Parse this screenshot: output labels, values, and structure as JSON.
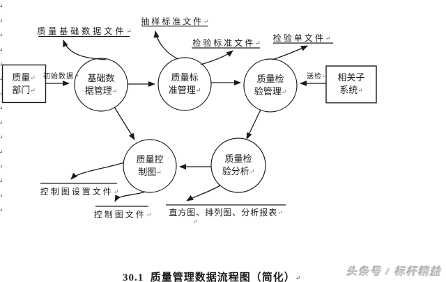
{
  "diagram": {
    "external_entities": [
      {
        "name": "quality-department",
        "lines": [
          "质量",
          "部门"
        ]
      },
      {
        "name": "related-subsystems",
        "lines": [
          "相关子",
          "系统"
        ]
      }
    ],
    "processes": [
      {
        "name": "basic-data-management",
        "lines": [
          "基础数",
          "据管理"
        ]
      },
      {
        "name": "quality-standard-management",
        "lines": [
          "质量标",
          "准管理"
        ]
      },
      {
        "name": "quality-inspection-management",
        "lines": [
          "质量检",
          "验管理"
        ]
      },
      {
        "name": "quality-control-chart",
        "lines": [
          "质量控",
          "制图"
        ]
      },
      {
        "name": "quality-inspection-analysis",
        "lines": [
          "质量检",
          "验分析"
        ]
      }
    ],
    "data_stores": [
      {
        "name": "quality-basic-data-file",
        "label": "质量基础数据文件"
      },
      {
        "name": "sampling-standard-file",
        "label": "抽样标准文件"
      },
      {
        "name": "inspection-standard-file",
        "label": "检验标准文件"
      },
      {
        "name": "inspection-sheet-file",
        "label": "检验单文件"
      },
      {
        "name": "control-chart-settings-file",
        "label": "控制图设置文件"
      },
      {
        "name": "control-chart-file",
        "label": "控制图文件"
      },
      {
        "name": "histogram-pareto-analysis-reports",
        "label": "直方图、排列图、分析报表"
      }
    ],
    "flow_labels": [
      {
        "name": "initial-data",
        "label": "初始数据"
      },
      {
        "name": "send-for-inspection",
        "label": "送检"
      }
    ]
  },
  "caption": {
    "text": "30.1  质量管理数据流程图（简化）"
  },
  "watermark": {
    "text": "头条号 / 标杆精益"
  },
  "marks": {
    "eol": "↵",
    "left_margin_count": 15
  },
  "colors": {
    "ink": "#1a1a1a",
    "mark": "#6b6b6b",
    "watermark": "#bdbdbd"
  }
}
